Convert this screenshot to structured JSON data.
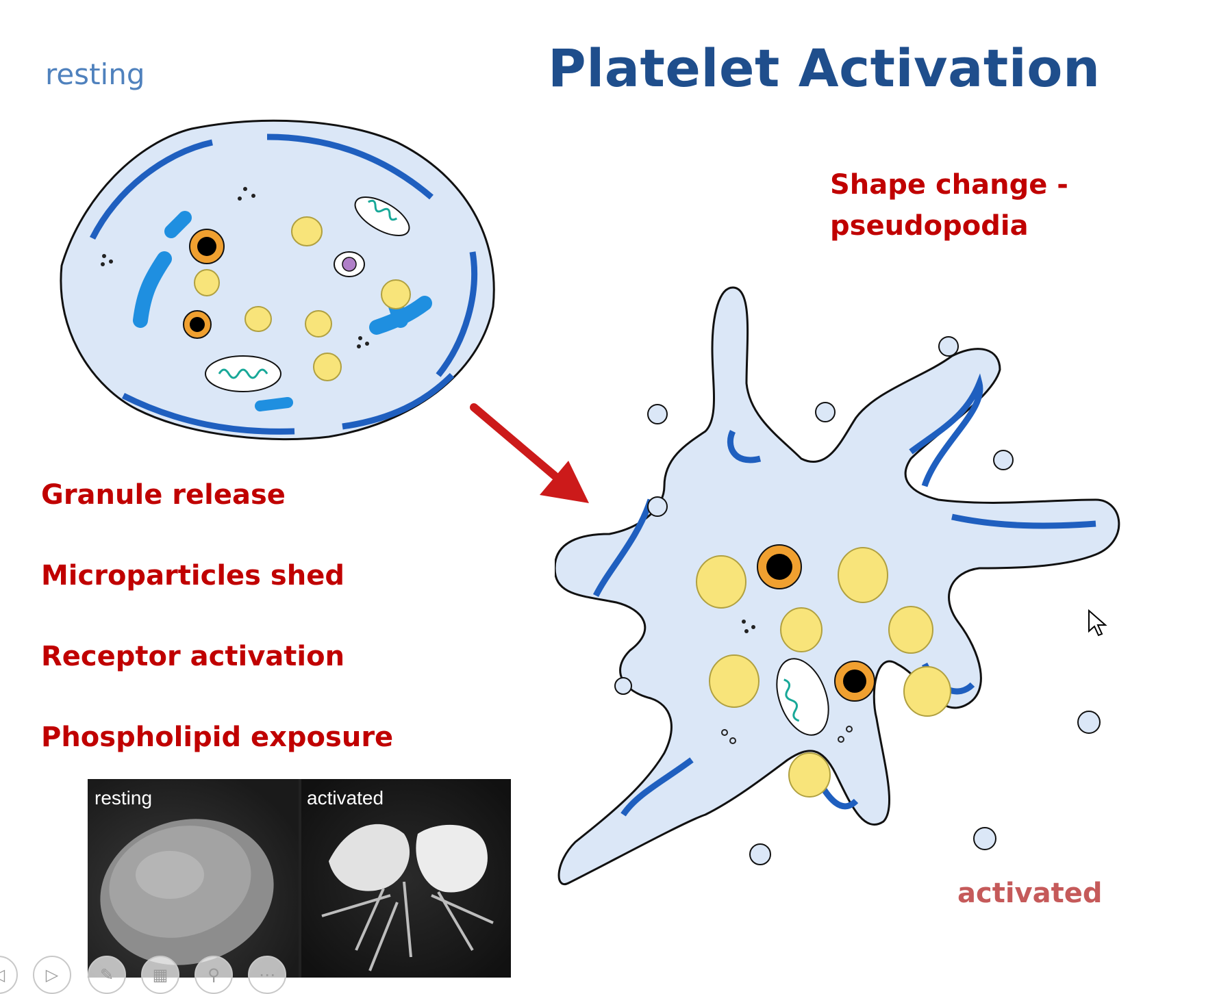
{
  "slide": {
    "title": "Platelet Activation",
    "resting_label": "resting",
    "shape_change_line1": "Shape change -",
    "shape_change_line2": "pseudopodia",
    "activated_label": "activated",
    "bullets": [
      "Granule release",
      "Microparticles shed",
      "Receptor activation",
      "Phospholipid exposure"
    ],
    "photo": {
      "left_label": "resting",
      "right_label": "activated"
    }
  },
  "colors": {
    "title": "#1f4e8c",
    "resting_label": "#4f81bd",
    "bullet_text": "#c00000",
    "activated_label": "#c55a5a",
    "arrow": "#cc1a1a",
    "cell_fill": "#dbe7f7",
    "membrane": "#1f5fbf",
    "granule_yellow": "#f8e47a",
    "granule_dense_ring": "#f0a030"
  },
  "toolbar": {
    "icons": [
      "previous-icon",
      "play-icon",
      "pen-icon",
      "slides-icon",
      "zoom-icon",
      "more-icon"
    ]
  }
}
